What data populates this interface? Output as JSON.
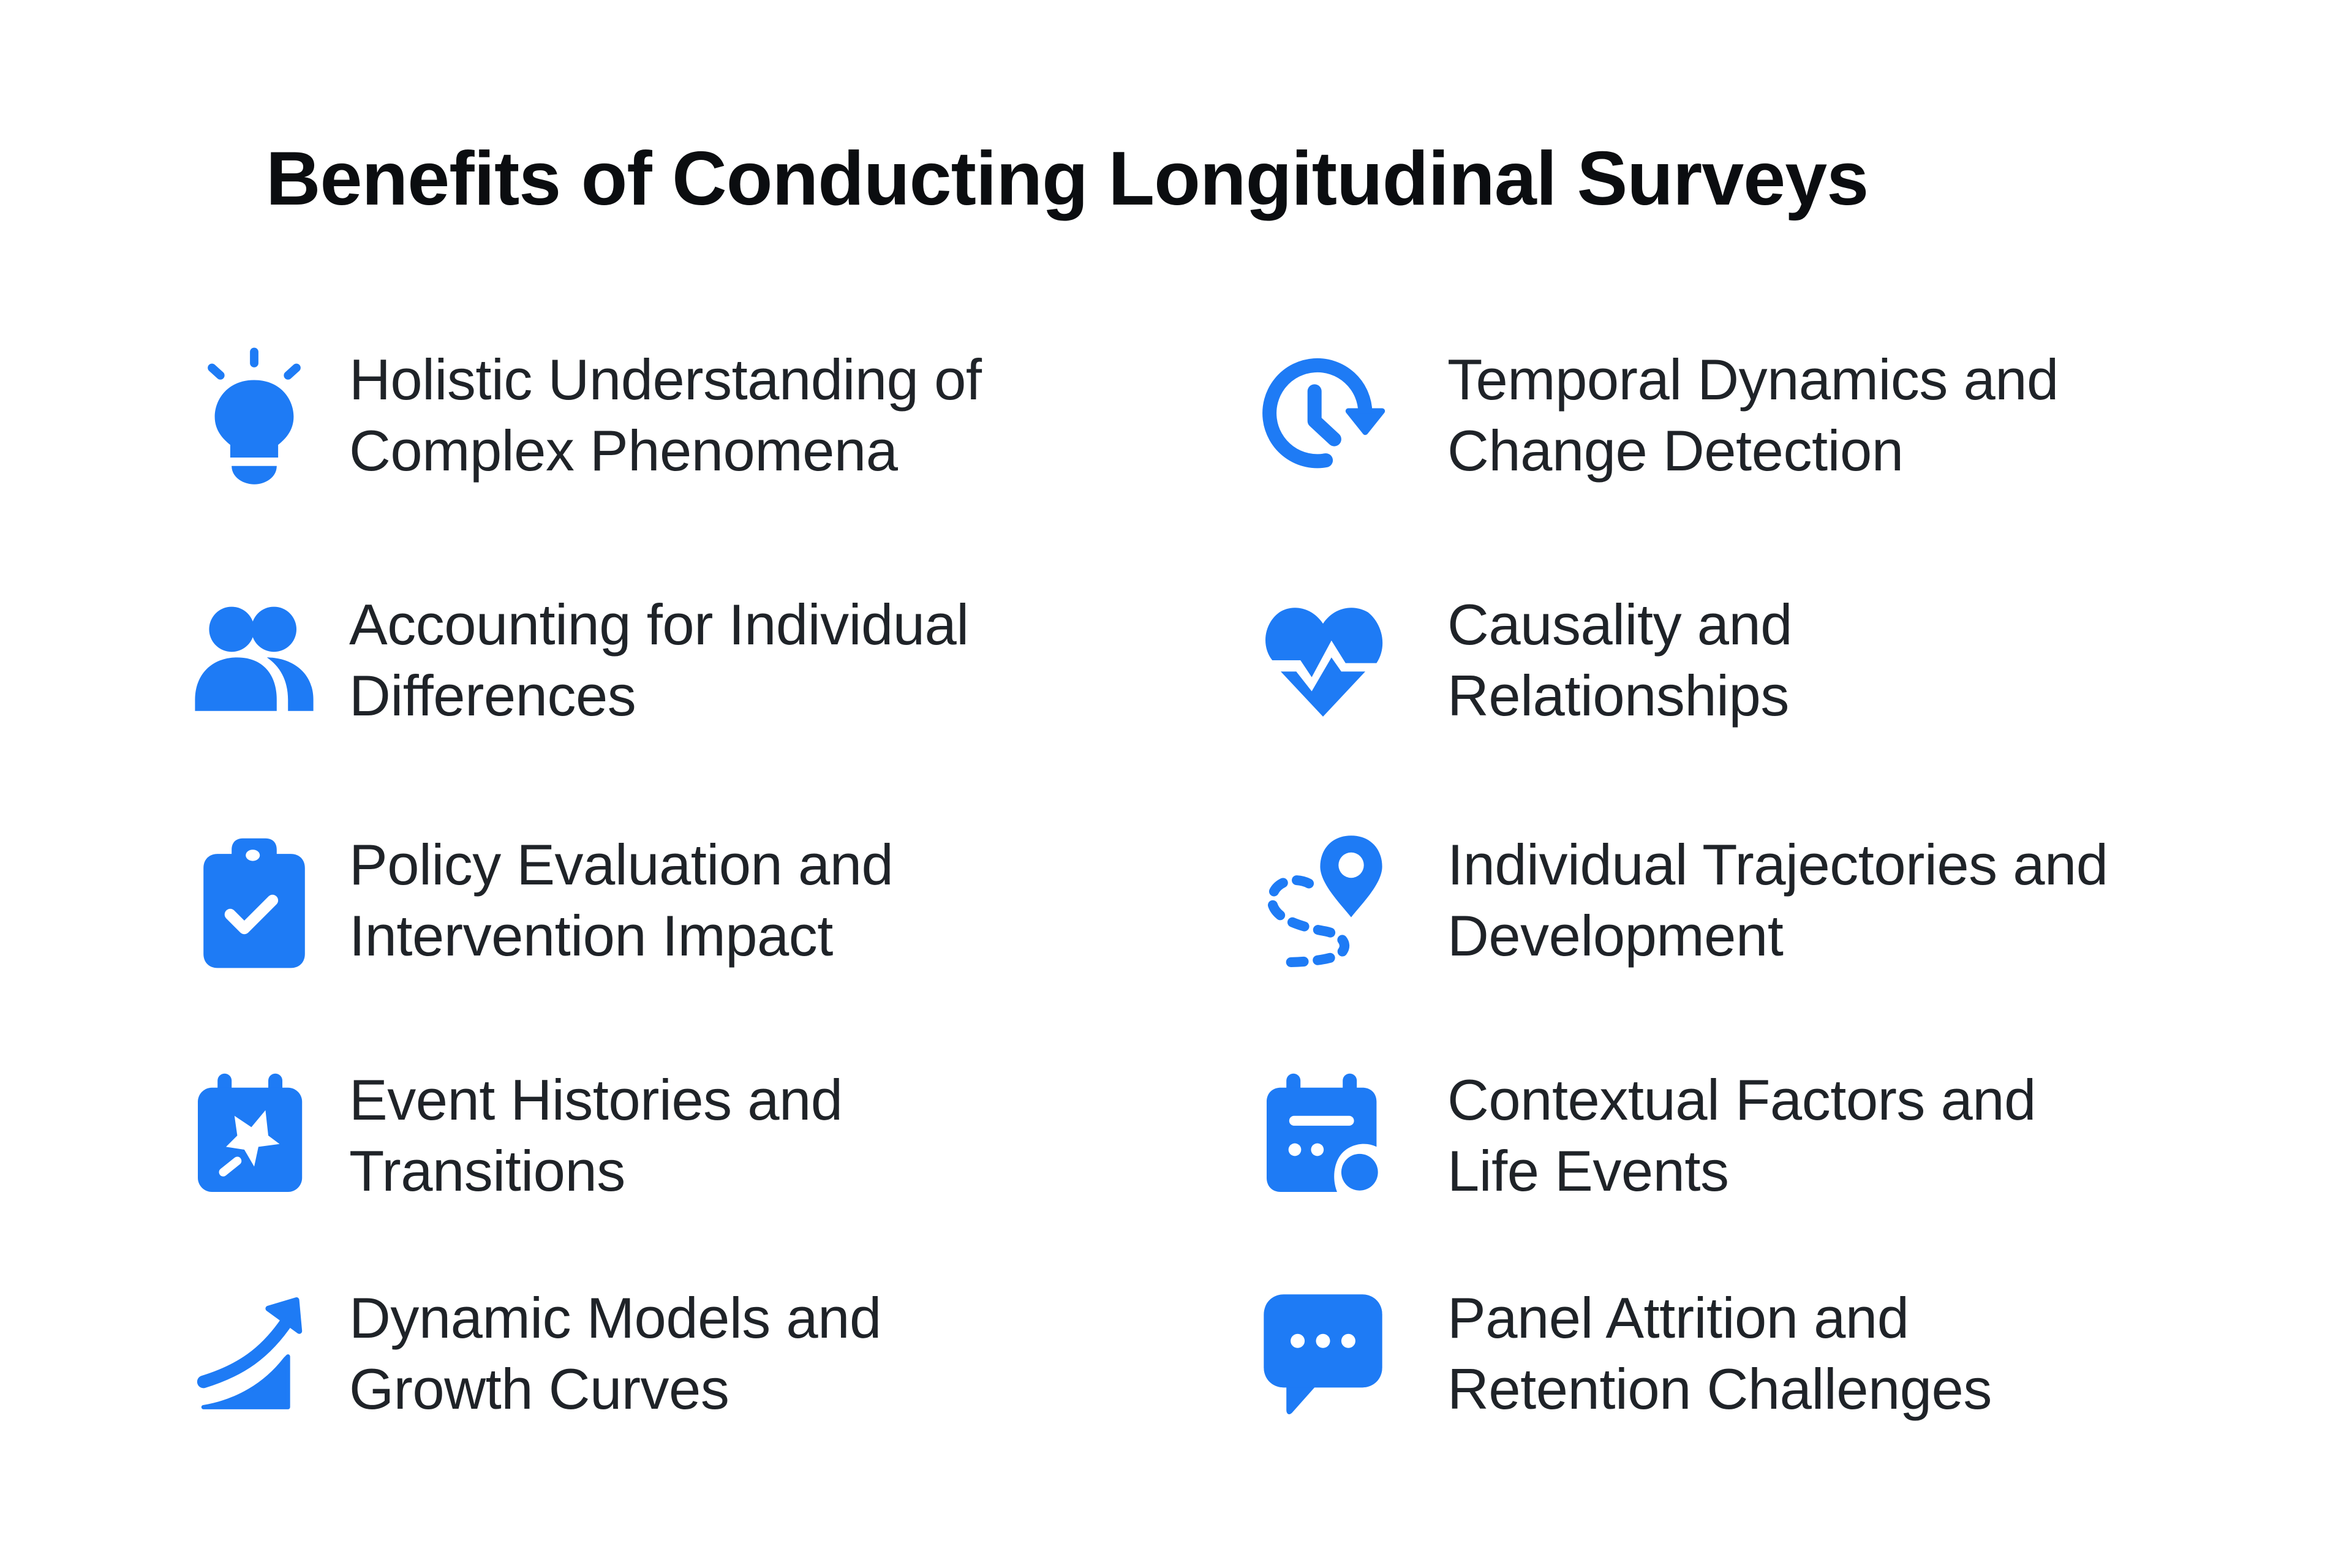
{
  "title": "Benefits of Conducting Longitudinal Surveys",
  "accent_color": "#1e7bf5",
  "text_color": "#1f2328",
  "items": [
    {
      "icon": "lightbulb-icon",
      "line1": "Holistic Understanding of",
      "line2": "Complex Phenomena"
    },
    {
      "icon": "clock-history-icon",
      "line1": "Temporal Dynamics and",
      "line2": "Change Detection"
    },
    {
      "icon": "users-icon",
      "line1": "Accounting for Individual",
      "line2": "Differences"
    },
    {
      "icon": "heart-pulse-icon",
      "line1": "Causality and",
      "line2": "Relationships"
    },
    {
      "icon": "clipboard-check-icon",
      "line1": "Policy Evaluation and",
      "line2": "Intervention Impact"
    },
    {
      "icon": "route-pin-icon",
      "line1": "Individual Trajectories and",
      "line2": "Development"
    },
    {
      "icon": "calendar-star-icon",
      "line1": "Event Histories and",
      "line2": "Transitions"
    },
    {
      "icon": "calendar-event-icon",
      "line1": "Contextual Factors and",
      "line2": "Life Events"
    },
    {
      "icon": "growth-chart-icon",
      "line1": "Dynamic Models and",
      "line2": "Growth Curves"
    },
    {
      "icon": "chat-bubble-icon",
      "line1": "Panel Attrition and",
      "line2": "Retention Challenges"
    }
  ]
}
